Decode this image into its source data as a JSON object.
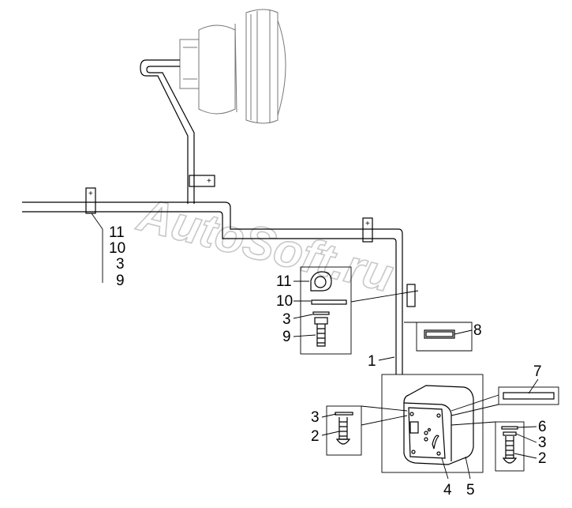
{
  "watermark": "AutoSoft.ru",
  "left_stack": [
    "11",
    "10",
    "3",
    "9"
  ],
  "mid_stack": [
    "11",
    "10",
    "3",
    "9"
  ],
  "callouts": {
    "pipe": "1",
    "bolt_lower_right": "2",
    "bolt_lower_left": "2",
    "washer_lower_left": "3",
    "washer_lower_right": "3",
    "box_front": "4",
    "box_body": "5",
    "plate_right": "6",
    "gasket": "7",
    "clamp_pad": "8"
  },
  "colors": {
    "line": "#000000",
    "light_line": "#777777",
    "watermark": "#c8c8c8"
  }
}
